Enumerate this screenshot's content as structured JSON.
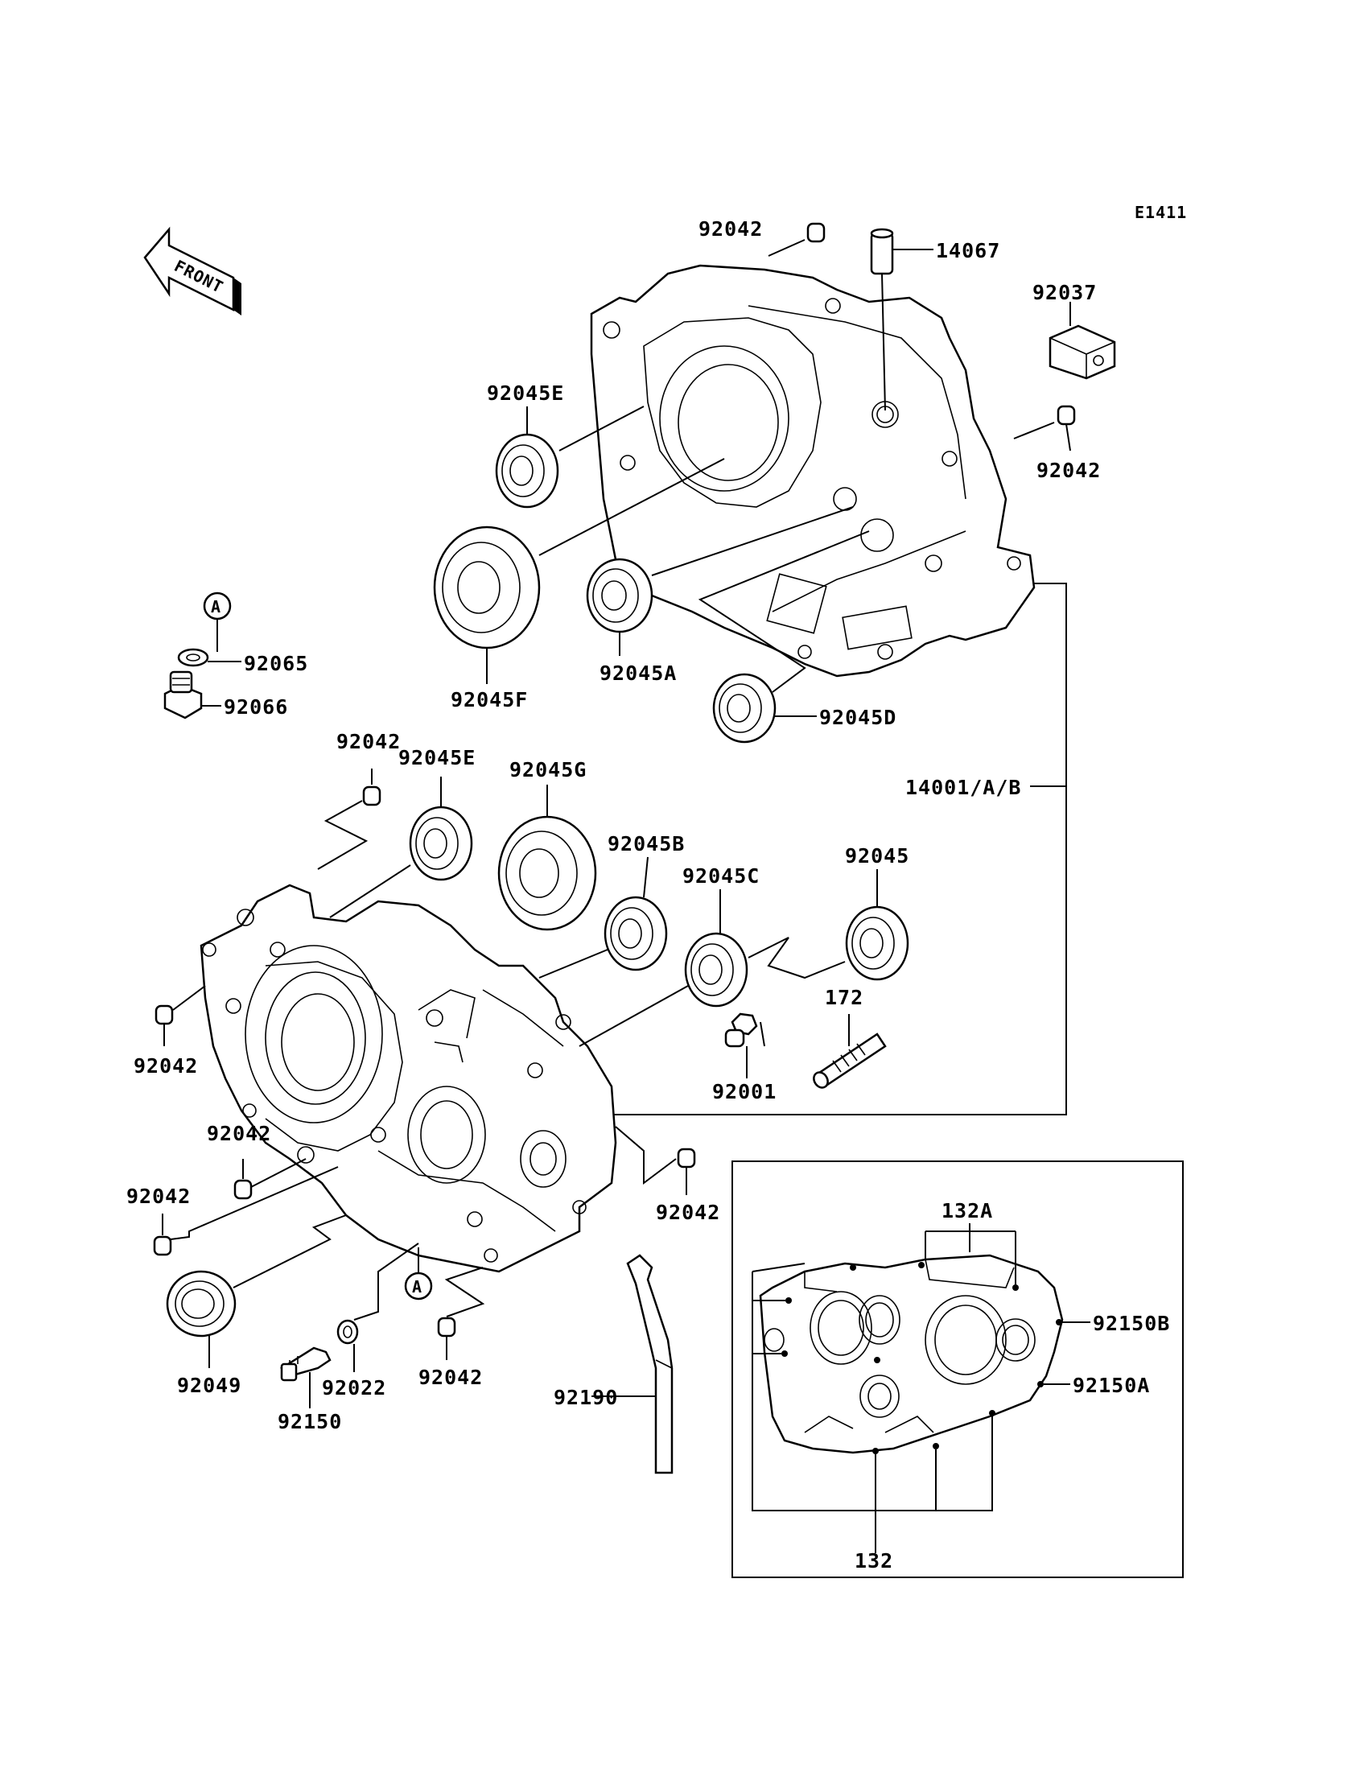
{
  "diagram_code": "E1411",
  "front_label": "FRONT",
  "ref_a": "A",
  "parts": {
    "p92042_top": "92042",
    "p14067": "14067",
    "p92037": "92037",
    "p92042_right": "92042",
    "p92045E_upper": "92045E",
    "p92045F": "92045F",
    "p92045A": "92045A",
    "p92045D": "92045D",
    "p92065": "92065",
    "p92066": "92066",
    "p14001": "14001/A/B",
    "p92042_mid": "92042",
    "p92045E_lower": "92045E",
    "p92045G": "92045G",
    "p92045B": "92045B",
    "p92045C": "92045C",
    "p92045": "92045",
    "p172": "172",
    "p92001": "92001",
    "p92042_left": "92042",
    "p92042_l2": "92042",
    "p92042_l3": "92042",
    "p92042_lr": "92042",
    "p92042_bottom": "92042",
    "p92049": "92049",
    "p92150": "92150",
    "p92022": "92022",
    "p92190": "92190",
    "p132A": "132A",
    "p92150B": "92150B",
    "p92150A": "92150A",
    "p132": "132"
  }
}
